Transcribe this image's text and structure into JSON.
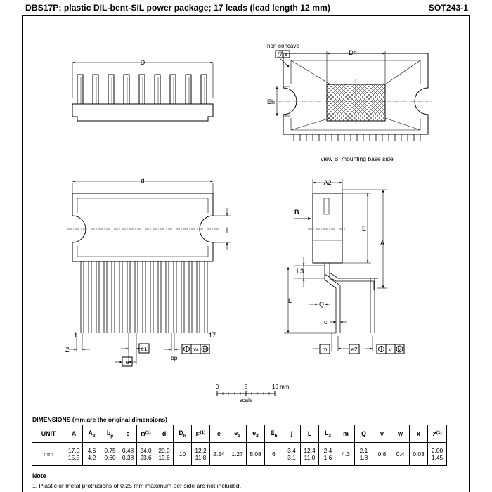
{
  "header": {
    "title": "DBS17P: plastic DIL-bent-SIL power package; 17 leads (lead length 12 mm)",
    "code": "SOT243-1"
  },
  "drawing": {
    "label_D": "D",
    "label_Dh": "Dh",
    "label_Eh": "Eh",
    "label_nonconcave": "non-concave",
    "label_x": "x",
    "label_viewB": "view B: mounting base side",
    "label_d": "d",
    "label_j": "j",
    "label_1": "1",
    "label_17": "17",
    "label_Z": "Z",
    "label_e1": "e1",
    "label_e": "e",
    "label_w": "w",
    "label_M1": "M",
    "label_bp": "bp",
    "label_A2": "A2",
    "label_B": "B",
    "label_E": "E",
    "label_A": "A",
    "label_L3": "L3",
    "label_L": "L",
    "label_Q": "Q",
    "label_c": "c",
    "label_m": "m",
    "label_e2": "e2",
    "label_v": "v",
    "label_M2": "M",
    "scale_0": "0",
    "scale_5": "5",
    "scale_10": "10 mm",
    "scale_label": "scale"
  },
  "dimensions": {
    "caption": "DIMENSIONS (mm are the original dimensions)",
    "headers": [
      "UNIT",
      "A",
      "A2",
      "bp",
      "c",
      "D(1)",
      "d",
      "Dh",
      "E(1)",
      "e",
      "e1",
      "e2",
      "Eh",
      "j",
      "L",
      "L3",
      "m",
      "Q",
      "v",
      "w",
      "x",
      "Z(1)"
    ],
    "rows": [
      [
        "mm",
        "17.0\n15.5",
        "4.6\n4.2",
        "0.75\n0.60",
        "0.48\n0.38",
        "24.0\n23.6",
        "20.0\n19.6",
        "10",
        "12.2\n11.8",
        "2.54",
        "1.27",
        "5.08",
        "6",
        "3.4\n3.1",
        "12.4\n11.0",
        "2.4\n1.6",
        "4.3",
        "2.1\n1.8",
        "0.8",
        "0.4",
        "0.03",
        "2.00\n1.45"
      ]
    ]
  },
  "note": {
    "title": "Note",
    "lines": [
      "1. Plastic or metal protrusions of 0.25 mm maximum per side are not included."
    ]
  }
}
